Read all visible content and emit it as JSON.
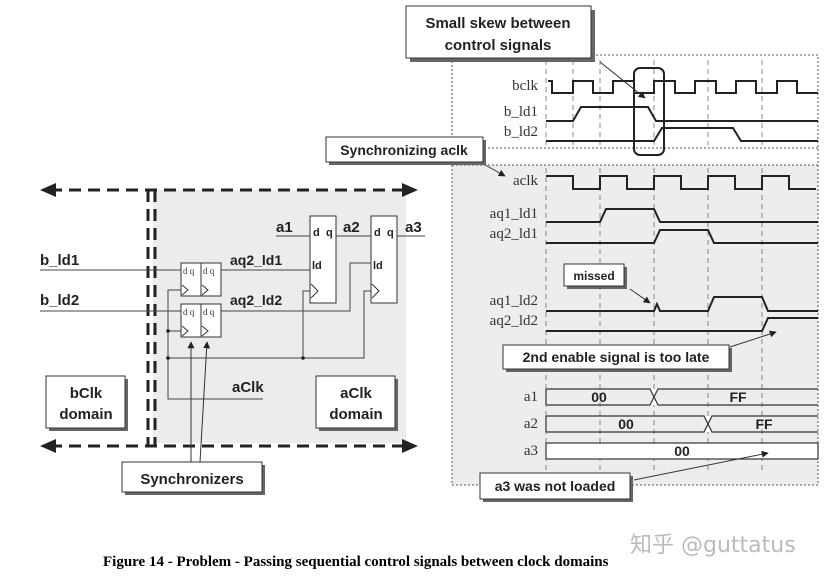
{
  "caption": "Figure 14 - Problem - Passing sequential control signals between clock domains",
  "watermark": "知乎 @guttatus",
  "schematic": {
    "inputs": [
      "b_ld1",
      "b_ld2"
    ],
    "synchronizer_outputs": [
      "aq2_ld1",
      "aq2_ld2"
    ],
    "data_nets": [
      "a1",
      "a2",
      "a3"
    ],
    "clock_label": "aClk",
    "flop_pins": {
      "d": "d",
      "q": "q",
      "ld": "ld"
    },
    "domains": {
      "b": [
        "bClk",
        "domain"
      ],
      "a": [
        "aClk",
        "domain"
      ]
    },
    "synchronizers_callout": "Synchronizers"
  },
  "timing": {
    "callouts": {
      "skew": [
        "Small skew between",
        "control signals"
      ],
      "sync_aclk": "Synchronizing aclk",
      "missed": "missed",
      "too_late": "2nd enable signal is too late",
      "not_loaded": "a3 was not loaded"
    },
    "signals": {
      "bclk": "bclk",
      "b_ld1": "b_ld1",
      "b_ld2": "b_ld2",
      "aclk": "aclk",
      "aq1_ld1": "aq1_ld1",
      "aq2_ld1": "aq2_ld1",
      "aq1_ld2": "aq1_ld2",
      "aq2_ld2": "aq2_ld2",
      "a1": "a1",
      "a2": "a2",
      "a3": "a3"
    },
    "bus_values": {
      "a1": [
        "00",
        "FF"
      ],
      "a2": [
        "00",
        "FF"
      ],
      "a3": [
        "00"
      ]
    }
  }
}
